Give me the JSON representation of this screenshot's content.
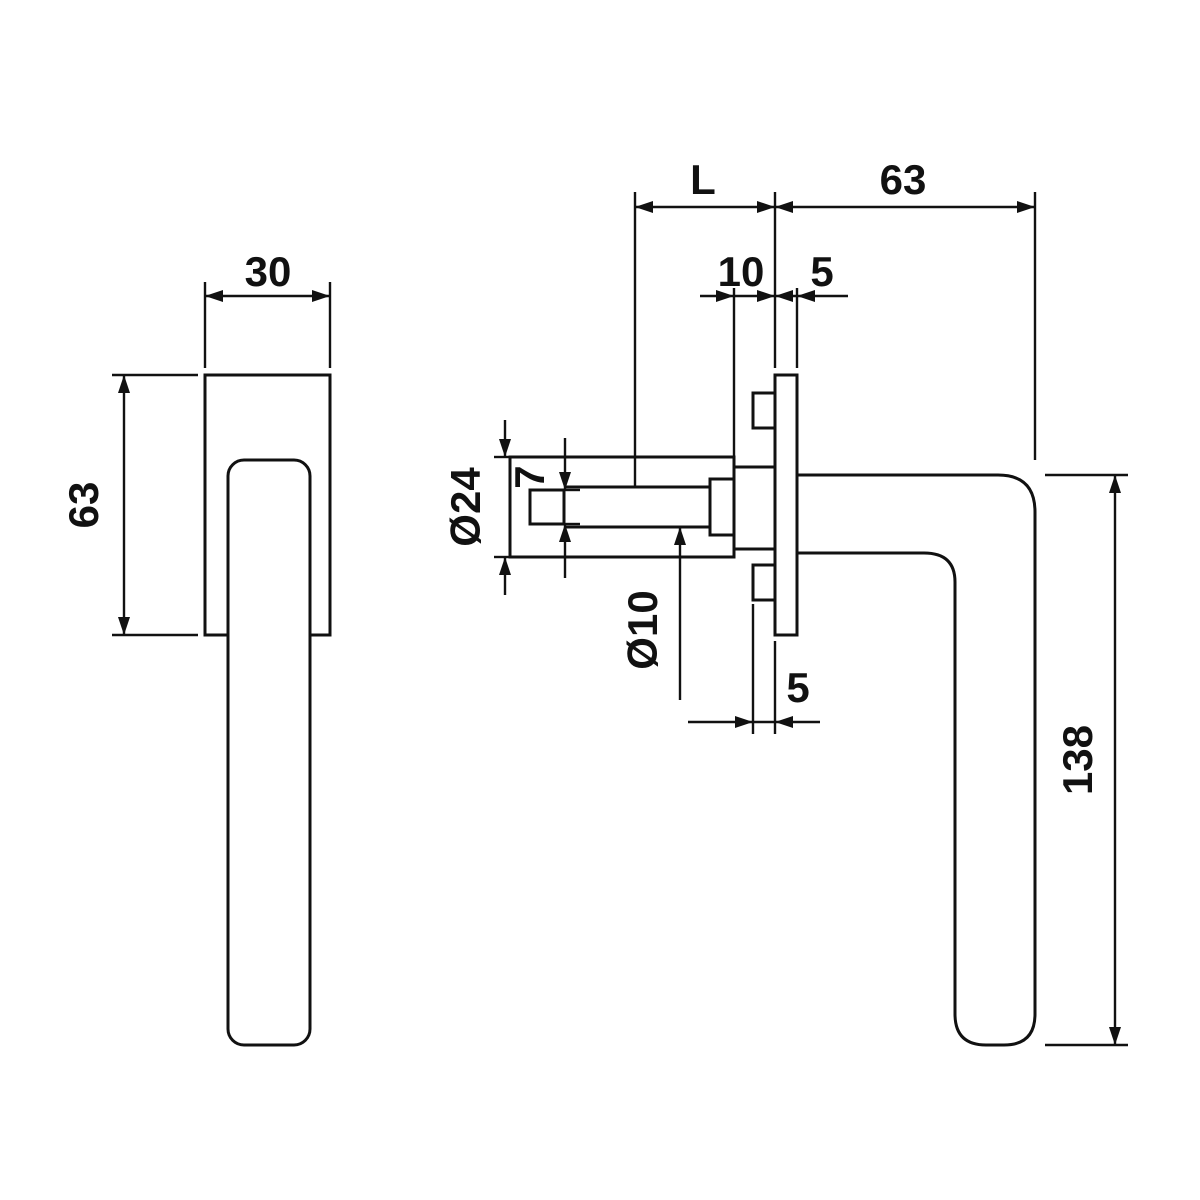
{
  "colors": {
    "ink": "#111111",
    "paper": "#ffffff"
  },
  "labels": {
    "front_width": "30",
    "front_height": "63",
    "spindle_length": "L",
    "handle_depth": "63",
    "hub_length": "10",
    "rosette_thickness": "5",
    "neck_diameter": "Ø24",
    "square_size": "7",
    "shaft_diameter": "Ø10",
    "clip_width": "5",
    "handle_height": "138"
  }
}
